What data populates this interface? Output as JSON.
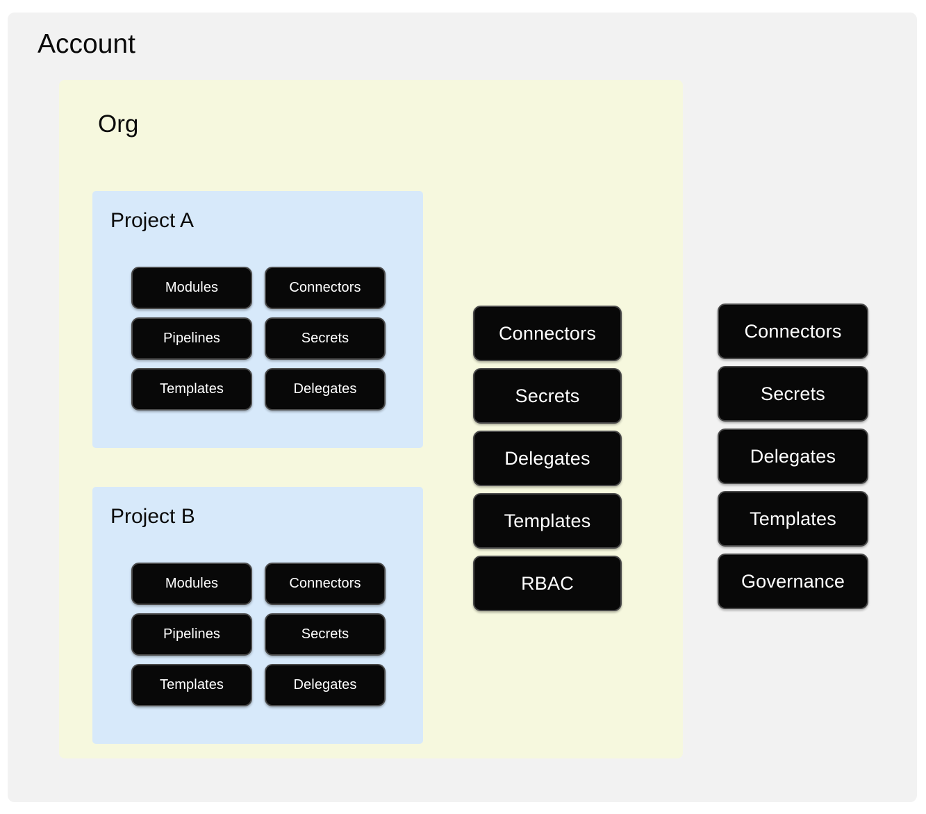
{
  "diagram": {
    "type": "nested-hierarchy",
    "account": {
      "title": "Account",
      "background_color": "#f2f2f2"
    },
    "org": {
      "title": "Org",
      "background_color": "#f6f8de"
    },
    "projects": [
      {
        "title": "Project A",
        "background_color": "#d7e9fa",
        "resources": [
          "Modules",
          "Connectors",
          "Pipelines",
          "Secrets",
          "Templates",
          "Delegates"
        ]
      },
      {
        "title": "Project B",
        "background_color": "#d7e9fa",
        "resources": [
          "Modules",
          "Connectors",
          "Pipelines",
          "Secrets",
          "Templates",
          "Delegates"
        ]
      }
    ],
    "org_resources": [
      "Connectors",
      "Secrets",
      "Delegates",
      "Templates",
      "RBAC"
    ],
    "account_resources": [
      "Connectors",
      "Secrets",
      "Delegates",
      "Templates",
      "Governance"
    ],
    "button_style": {
      "fill": "#080808",
      "text_color": "#ffffff",
      "border_color": "#4a4a4a"
    }
  }
}
